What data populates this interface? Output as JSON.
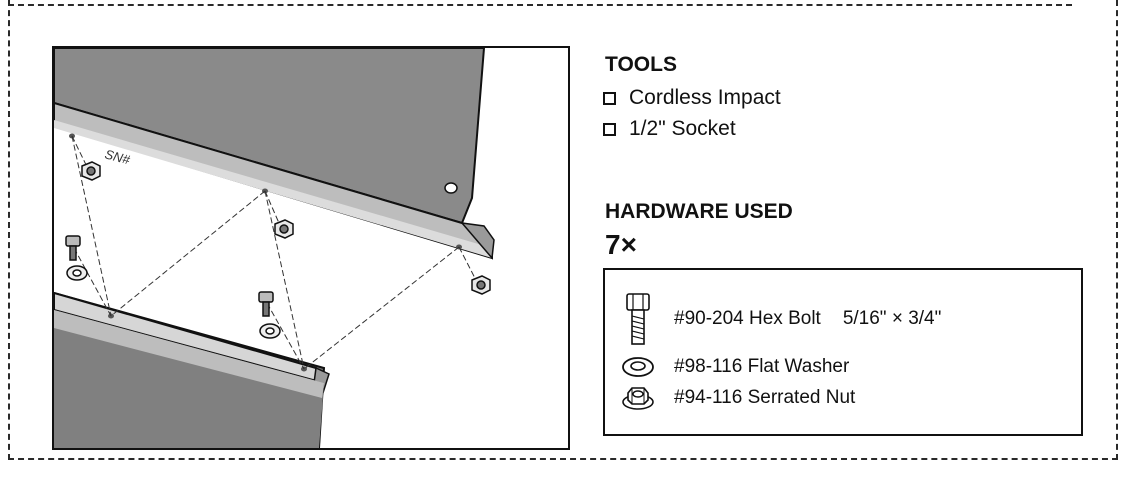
{
  "tools": {
    "title": "TOOLS",
    "items": [
      {
        "label": "Cordless Impact",
        "icon": "checkbox-icon"
      },
      {
        "label": "1/2\" Socket",
        "icon": "checkbox-icon"
      }
    ]
  },
  "hardware": {
    "title": "HARDWARE USED",
    "quantity": "7×",
    "items": [
      {
        "part": "#90-204 Hex Bolt",
        "size": "5/16\" × 3/4\"",
        "icon": "hex-bolt-icon"
      },
      {
        "part": "#98-116 Flat Washer",
        "icon": "flat-washer-icon"
      },
      {
        "part": "#94-116 Serrated Nut",
        "icon": "serrated-nut-icon"
      }
    ]
  },
  "illustration": {
    "stamp": "SN#"
  }
}
